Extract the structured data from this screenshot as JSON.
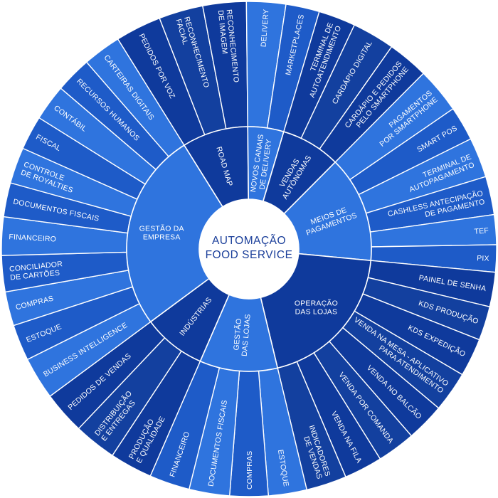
{
  "center": {
    "lines": [
      "AUTOMAÇÃO",
      "FOOD SERVICE"
    ]
  },
  "colors": {
    "dark": "#0f3a9c",
    "medium": "#1e5bc8",
    "light": "#2f74de",
    "divider": "#ffffff",
    "center_fill": "#ffffff",
    "center_text": "#1b3f9a"
  },
  "categories": [
    {
      "name": "road-map",
      "lines": [
        "ROAD MAP"
      ],
      "start": -32.0,
      "end": -0.6,
      "tone": "dark",
      "items": [
        {
          "lines": [
            "PEDIDOS POR VOZ"
          ],
          "start": -32.0,
          "end": -21.2
        },
        {
          "lines": [
            "RECONHECIMENTO",
            "FACIAL"
          ],
          "start": -21.2,
          "end": -10.8
        },
        {
          "lines": [
            "RECONHECIMENTO",
            "DE IMAGEM"
          ],
          "start": -10.8,
          "end": -0.6
        }
      ]
    },
    {
      "name": "novos-canais",
      "lines": [
        "NOVOS CANAIS",
        "DE DELIVERY"
      ],
      "start": -0.6,
      "end": 16.5,
      "tone": "light",
      "items": [
        {
          "lines": [
            "DELIVERY"
          ],
          "start": -0.6,
          "end": 8.6
        },
        {
          "lines": [
            "MARKETPLACES"
          ],
          "start": 8.6,
          "end": 16.5
        }
      ]
    },
    {
      "name": "vendas-autonomas",
      "lines": [
        "VENDAS",
        "AUTÔNOMAS"
      ],
      "start": 16.5,
      "end": 44.8,
      "tone": "dark",
      "items": [
        {
          "lines": [
            "TERMINAL DE",
            "AUTOATENDIMENTO"
          ],
          "start": 16.5,
          "end": 25.2
        },
        {
          "lines": [
            "CARDÁPIO DIGITAL"
          ],
          "start": 25.2,
          "end": 35.2
        },
        {
          "lines": [
            "CARDÁPIO E PEDIDOS",
            "PELO SMARTPHONE"
          ],
          "start": 35.2,
          "end": 44.8
        }
      ]
    },
    {
      "name": "meios-de-pagamentos",
      "lines": [
        "MEIOS DE",
        "PAGAMENTOS"
      ],
      "start": 44.8,
      "end": 95.4,
      "tone": "light",
      "items": [
        {
          "lines": [
            "PAGAMENTOS",
            "POR SMARTPHONE"
          ],
          "start": 44.8,
          "end": 55.5
        },
        {
          "lines": [
            "SMART POS"
          ],
          "start": 55.5,
          "end": 63.6
        },
        {
          "lines": [
            "TERMINAL DE",
            "AUTOPAGAMENTO"
          ],
          "start": 63.6,
          "end": 73.0
        },
        {
          "lines": [
            "CASHLESS ANTECIPAÇÃO",
            "DE PAGAMENTO"
          ],
          "start": 73.0,
          "end": 82.0
        },
        {
          "lines": [
            "TEF"
          ],
          "start": 82.0,
          "end": 89.0
        },
        {
          "lines": [
            "PIX"
          ],
          "start": 89.0,
          "end": 95.4
        }
      ]
    },
    {
      "name": "operacao-das-lojas",
      "lines": [
        "OPERAÇÃO",
        "DAS LOJAS"
      ],
      "start": 95.4,
      "end": 166.5,
      "tone": "dark",
      "items": [
        {
          "lines": [
            "PAINEL DE SENHA"
          ],
          "start": 95.4,
          "end": 103.5
        },
        {
          "lines": [
            "KDS PRODUÇÃO"
          ],
          "start": 103.5,
          "end": 111.5
        },
        {
          "lines": [
            "KDS EXPEDIÇÃO"
          ],
          "start": 111.5,
          "end": 120.5
        },
        {
          "lines": [
            "VENDA NA MESA - APLICATIVO",
            "PARA ATENDIMENTO"
          ],
          "start": 120.5,
          "end": 130.0
        },
        {
          "lines": [
            "VENDA NO BALCÃO"
          ],
          "start": 130.0,
          "end": 139.0
        },
        {
          "lines": [
            "VENDA POR COMANDA"
          ],
          "start": 139.0,
          "end": 148.0
        },
        {
          "lines": [
            "VENDA NA FILA"
          ],
          "start": 148.0,
          "end": 157.0
        },
        {
          "lines": [
            "INDICADORES",
            "DE VENDAS"
          ],
          "start": 157.0,
          "end": 166.5
        }
      ]
    },
    {
      "name": "gestao-das-lojas",
      "lines": [
        "GESTÃO",
        "DAS LOJAS"
      ],
      "start": 166.5,
      "end": 203.5,
      "tone": "light",
      "items": [
        {
          "lines": [
            "ESTOQUE"
          ],
          "start": 166.5,
          "end": 175.5
        },
        {
          "lines": [
            "COMPRAS"
          ],
          "start": 175.5,
          "end": 184.5
        },
        {
          "lines": [
            "DOCUMENTOS FISCAIS"
          ],
          "start": 184.5,
          "end": 194.0
        },
        {
          "lines": [
            "FINANCEIRO"
          ],
          "start": 194.0,
          "end": 203.5
        }
      ]
    },
    {
      "name": "industrias",
      "lines": [
        "INDÚSTRIAS"
      ],
      "start": 203.5,
      "end": 233.5,
      "tone": "dark",
      "items": [
        {
          "lines": [
            "PRODUÇÃO",
            "E QUALIDADE"
          ],
          "start": 203.5,
          "end": 213.5
        },
        {
          "lines": [
            "DISTRIBUIÇÃO",
            "E ENTREGAS"
          ],
          "start": 213.5,
          "end": 223.5
        },
        {
          "lines": [
            "PEDIDOS DE VENDAS"
          ],
          "start": 223.5,
          "end": 233.5
        }
      ]
    },
    {
      "name": "gestao-da-empresa",
      "lines": [
        "GESTÃO DA",
        "EMPRESA"
      ],
      "start": 233.5,
      "end": 328.0,
      "tone": "light",
      "items": [
        {
          "lines": [
            "BUSINESS INTELLIGENCE"
          ],
          "start": 233.5,
          "end": 243.5
        },
        {
          "lines": [
            "ESTOQUE"
          ],
          "start": 243.5,
          "end": 252.0
        },
        {
          "lines": [
            "COMPRAS"
          ],
          "start": 252.0,
          "end": 260.0
        },
        {
          "lines": [
            "CONCILIADOR",
            "DE CARTÕES"
          ],
          "start": 260.0,
          "end": 268.5
        },
        {
          "lines": [
            "FINANCEIRO"
          ],
          "start": 268.5,
          "end": 277.5
        },
        {
          "lines": [
            "DOCUMENTOS FISCAIS"
          ],
          "start": 277.5,
          "end": 285.5
        },
        {
          "lines": [
            "CONTROLE",
            "DE ROYALTIES"
          ],
          "start": 285.5,
          "end": 294.0
        },
        {
          "lines": [
            "FISCAL"
          ],
          "start": 294.0,
          "end": 302.0
        },
        {
          "lines": [
            "CONTÁBIL"
          ],
          "start": 302.0,
          "end": 310.5
        },
        {
          "lines": [
            "RECURSOS HUMANOS"
          ],
          "start": 310.5,
          "end": 319.0
        },
        {
          "lines": [
            "CARTEIRAS DIGITAIS"
          ],
          "start": 319.0,
          "end": 328.0
        }
      ]
    }
  ]
}
